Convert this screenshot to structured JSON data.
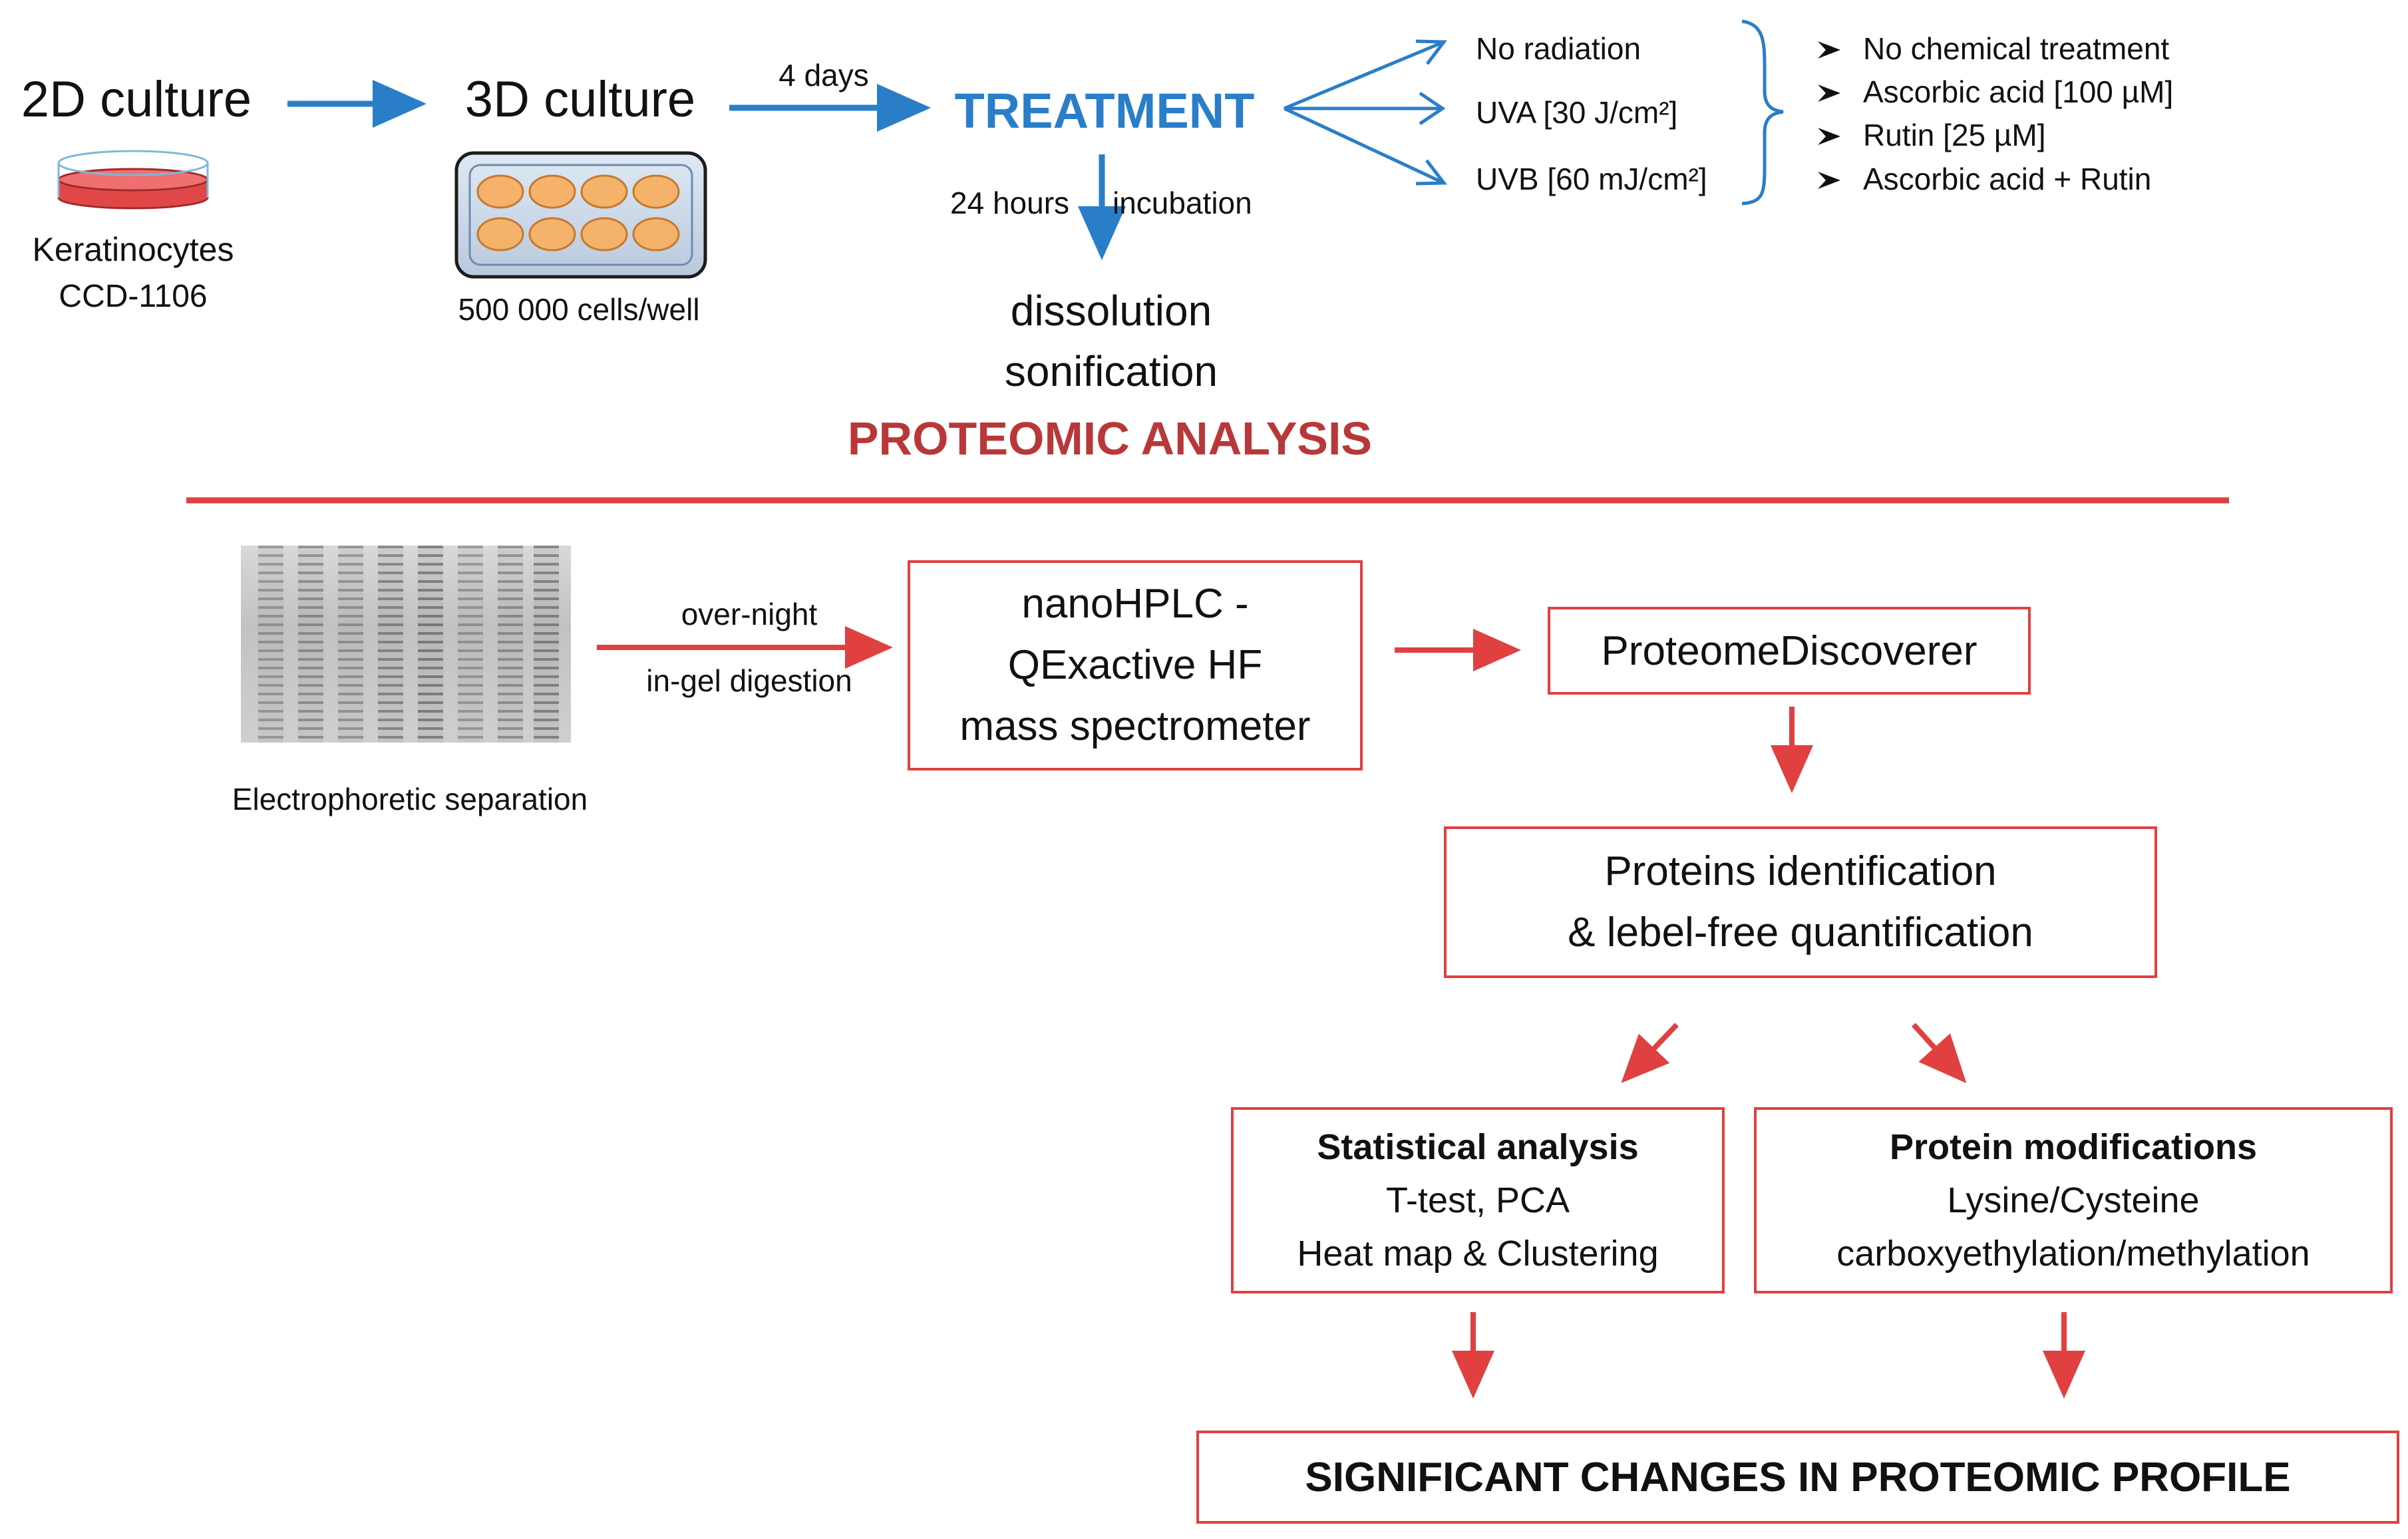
{
  "top": {
    "culture_2d": "2D culture",
    "culture_3d": "3D culture",
    "keratinocytes": "Keratinocytes",
    "cell_line": "CCD-1106",
    "cells_per_well": "500 000 cells/well",
    "days_label": "4 days",
    "treatment": "TREATMENT",
    "hours_label": "24 hours",
    "incubation_label": "incubation",
    "dissolution": "dissolution",
    "sonification": "sonification",
    "proteomic_analysis": "PROTEOMIC ANALYSIS"
  },
  "radiation": [
    "No radiation",
    "UVA [30 J/cm²]",
    "UVB [60 mJ/cm²]"
  ],
  "chemicals": [
    "No chemical treatment",
    "Ascorbic acid [100 µM]",
    "Rutin [25 µM]",
    "Ascorbic acid + Rutin"
  ],
  "bottom": {
    "electrophoresis": "Electrophoretic separation",
    "overnight": "over-night",
    "digestion": "in-gel digestion",
    "ms_box": [
      "nanoHPLC -",
      "QExactive HF",
      "mass spectrometer"
    ],
    "discoverer": "ProteomeDiscoverer",
    "ident_box": [
      "Proteins identification",
      "& lebel-free quantification"
    ],
    "stats": {
      "title": "Statistical analysis",
      "line1": "T-test, PCA",
      "line2": "Heat map & Clustering"
    },
    "mods": {
      "title": "Protein modifications",
      "line1": "Lysine/Cysteine",
      "line2": "carboxyethylation/methylation"
    },
    "result": "SIGNIFICANT CHANGES IN PROTEOMIC PROFILE"
  },
  "colors": {
    "blue_arrow": "#2a7ec8",
    "red_arrow": "#e04040",
    "title_red": "#b8383a",
    "well_orange": "#f5b26a"
  }
}
